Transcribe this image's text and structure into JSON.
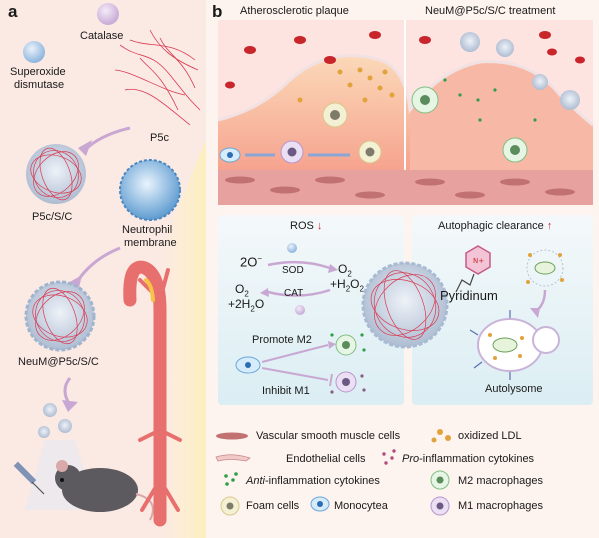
{
  "panel_a": {
    "label": "a",
    "catalase": "Catalase",
    "sod_line1": "Superoxide",
    "sod_line2": "dismutase",
    "p5c": "P5c",
    "p5c_s_c": "P5c/S/C",
    "neutrophil_line1": "Neutrophil",
    "neutrophil_line2": "membrane",
    "neum": "NeuM@P5c/S/C"
  },
  "panel_b": {
    "label": "b",
    "plaque_title": "Atherosclerotic plaque",
    "treatment_title": "NeuM@P5c/S/C treatment",
    "ros": "ROS",
    "reaction_2o": "2O",
    "reaction_2o_sup": "−",
    "sod": "SOD",
    "o2_h2o2_line1": "O",
    "o2_h2o2_line2": "+H",
    "cat": "CAT",
    "o2_line": "O",
    "h2o_line": "+2H",
    "promote_m2": "Promote M2",
    "inhibit_m1": "Inhibit M1",
    "autophagic": "Autophagic clearance",
    "pyridinum": "Pyridinum",
    "autolysome": "Autolysome"
  },
  "legend": {
    "vsmc": "Vascular smooth muscle cells",
    "oxldl": "oxidized LDL",
    "endothelial": "Endothelial cells",
    "pro_prefix": "Pro",
    "pro_rest": "-inflammation cytokines",
    "anti_prefix": "Anti",
    "anti_rest": "-inflammation cytokines",
    "m2": "M2 macrophages",
    "foam": "Foam cells",
    "monocytea": "Monocytea",
    "m1": "M1 macrophages"
  },
  "colors": {
    "accent_red": "#d6282c",
    "m2_green": "#3fae49",
    "m1_purple": "#8b6fbd",
    "ldl_orange": "#e2a23a",
    "blood_red": "#c8262b"
  }
}
